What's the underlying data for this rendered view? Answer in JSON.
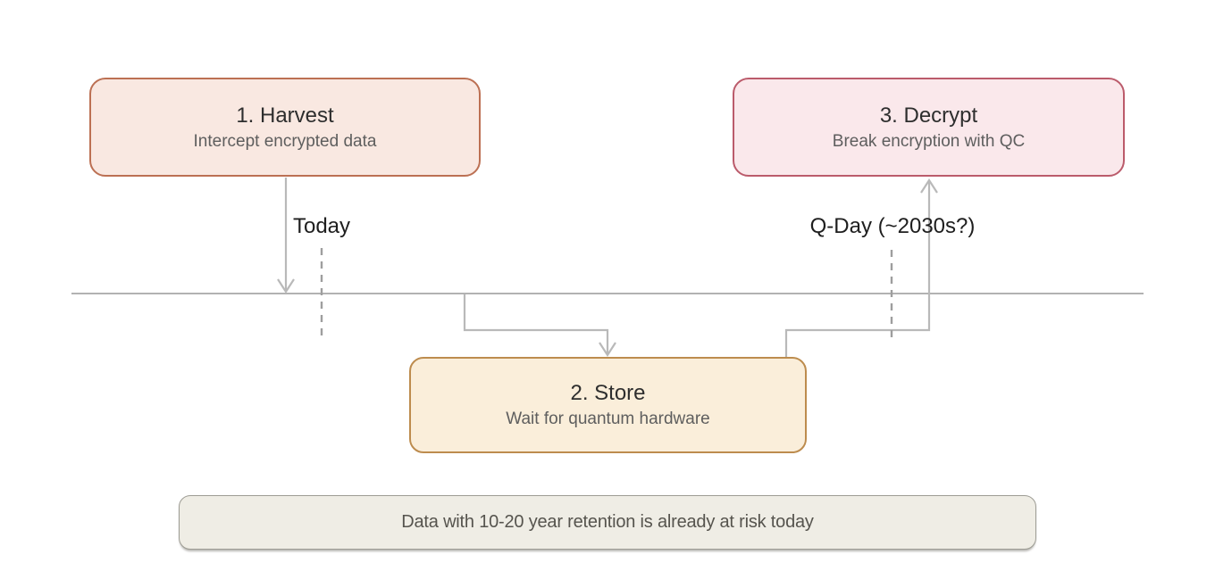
{
  "diagram": {
    "nodes": {
      "harvest": {
        "title": "1. Harvest",
        "subtitle": "Intercept encrypted data",
        "fill": "#f9e8e1",
        "border": "#bc7053"
      },
      "store": {
        "title": "2. Store",
        "subtitle": "Wait for quantum hardware",
        "fill": "#faeeda",
        "border": "#bd8c4e"
      },
      "decrypt": {
        "title": "3. Decrypt",
        "subtitle": "Break encryption with QC",
        "fill": "#fae8eb",
        "border": "#bb5b6b"
      }
    },
    "timeline": {
      "today_label": "Today",
      "qday_label": "Q-Day (~2030s?)"
    },
    "note": {
      "text": "Data with 10-20 year retention is already at risk today",
      "fill": "#efede5",
      "border": "#9d9c94"
    },
    "colors": {
      "timeline_line": "#b2b2b2",
      "connector": "#b9b9b9",
      "dashed_marker": "#9e9e9e",
      "label_text": "#1e1e1e",
      "title_text": "#2e2e2e",
      "subtitle_text": "#5e5e5e",
      "note_text": "#56544e"
    }
  }
}
